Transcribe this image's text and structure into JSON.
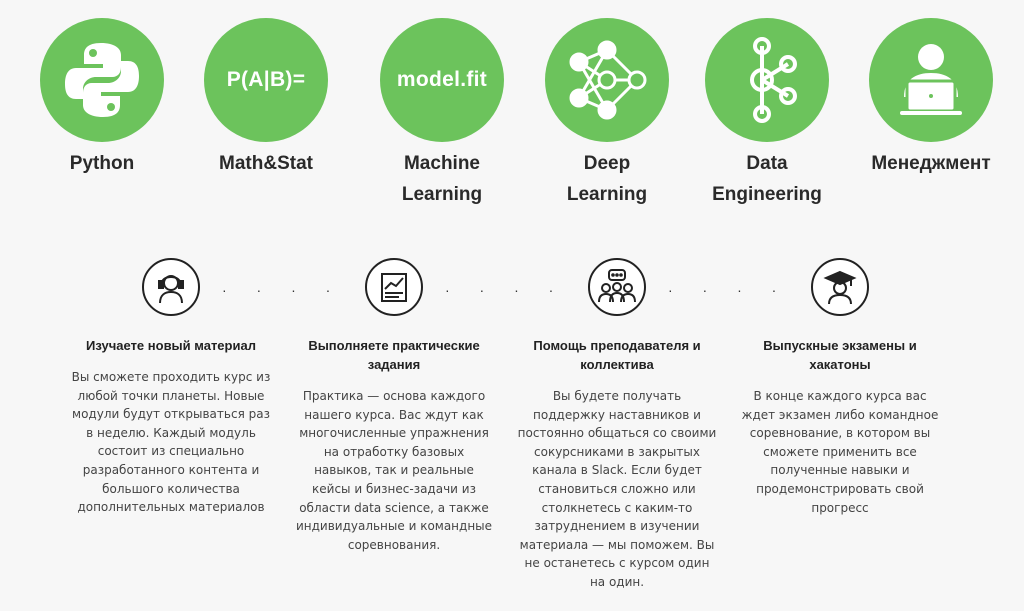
{
  "topics": [
    {
      "label": "Python",
      "icon": "python-logo-icon"
    },
    {
      "label": "Math&Stat",
      "icon_text": "P(A|B)="
    },
    {
      "label": "Machine\nLearning",
      "icon_text": "model.fit"
    },
    {
      "label": "Deep\nLearning",
      "icon": "neural-network-icon"
    },
    {
      "label": "Data\nEngineering",
      "icon": "data-graph-icon"
    },
    {
      "label": "Менеджмент",
      "icon": "person-laptop-icon"
    }
  ],
  "steps": [
    {
      "icon": "headset-user-icon",
      "title": "Изучаете новый материал",
      "desc": "Вы сможете проходить курс из любой точки планеты. Новые модули будут открываться раз в неделю. Каждый модуль состоит из специально разработанного контента и большого количества дополнительных материалов"
    },
    {
      "icon": "chart-board-icon",
      "title": "Выполняете практические задания",
      "desc": "Практика — основа каждого нашего курса. Вас ждут как многочисленные упражнения на отработку базовых навыков, так и реальные кейсы и бизнес-задачи из области data science, а также индивидуальные и командные соревнования."
    },
    {
      "icon": "group-chat-icon",
      "title": "Помощь преподавателя и коллектива",
      "desc": "Вы будете получать поддержку наставников и постоянно общаться со своими сокурсниками в закрытых канала в Slack. Если будет становиться сложно или столкнетесь с каким-то затруднением в изучении материала — мы поможем. Вы не останетесь с курсом один на один."
    },
    {
      "icon": "graduate-icon",
      "title": "Выпускные экзамены и хакатоны",
      "desc": "В конце каждого курса вас ждет экзамен либо командное соревнование, в котором вы сможете применить все полученные навыки и продемонстрировать свой прогресс"
    }
  ],
  "dots": "· · · ·",
  "colors": {
    "accent": "#6cc35c",
    "background": "#f7f7f7"
  }
}
